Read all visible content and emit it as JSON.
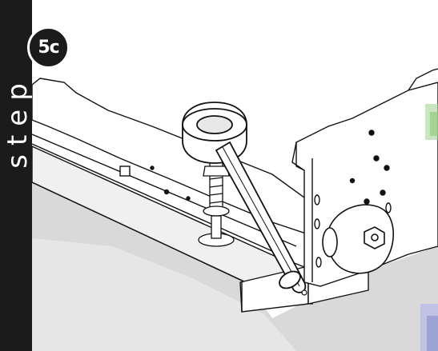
{
  "step": {
    "word": "step",
    "badge": "5c"
  },
  "colors": {
    "frame": "#1b1b1b",
    "panel": "#ffffff",
    "floor": "#d9d9d9",
    "line": "#111111",
    "accent_green": "#a7d596",
    "accent_blue": "#b9bde6"
  },
  "icons": {
    "badge": "step-number-badge",
    "illustration": "leveling-foot-wrench-illustration"
  }
}
